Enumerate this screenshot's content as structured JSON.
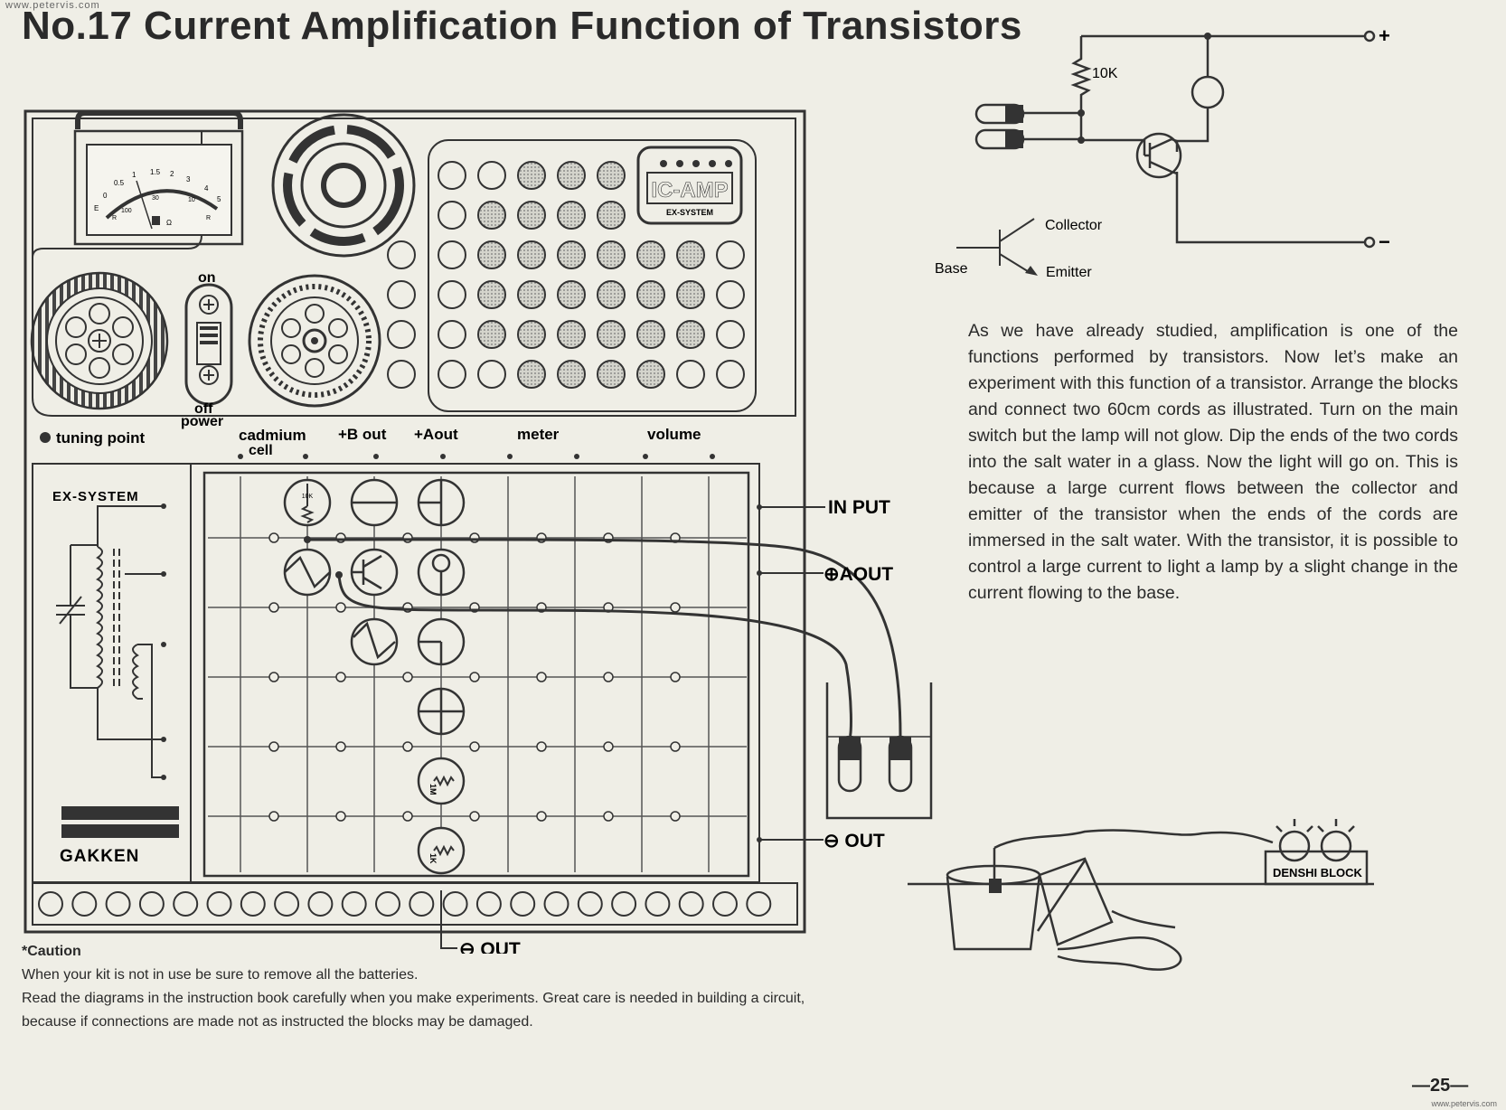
{
  "watermark": {
    "top": "www.petervis.com",
    "bottom": "www.petervis.com"
  },
  "title": "No.17 Current Amplification Function of Transistors",
  "schematic": {
    "resistor_label": "10K",
    "terminal_plus": "+",
    "terminal_minus": "−",
    "symbol_collector": "Collector",
    "symbol_base": "Base",
    "symbol_emitter": "Emitter"
  },
  "kit": {
    "meter_scale": [
      "E",
      "0",
      "0.5",
      "1",
      "1.5",
      "2",
      "3",
      "4",
      "5"
    ],
    "meter_sublabels": [
      "R",
      "100",
      "30",
      "10",
      "Ω",
      "R"
    ],
    "ic_amp_logo": "IC-AMP",
    "ic_amp_sub": "EX-SYSTEM",
    "switch_on": "on",
    "switch_off": "off",
    "switch_power": "power",
    "tuning_point": "tuning point",
    "cadmium": "cadmium",
    "cell": "cell",
    "bout": "+B out",
    "aout": "+Aout",
    "meter": "meter",
    "volume": "volume",
    "ex_system": "EX-SYSTEM",
    "gakken": "GAKKEN",
    "input_label": "IN PUT",
    "aout_label": "⊕AOUT",
    "out_label": "⊖ OUT",
    "bottom_out_label": "⊖ OUT",
    "block_10k": "10K",
    "block_1m": "1M",
    "block_1k": "1K"
  },
  "cartoon": {
    "box_label": "DENSHI BLOCK"
  },
  "body_text": "As we have already studied, amplification is one of the functions performed by transistors. Now let’s make an experiment with this function of a transistor. Arrange the blocks and connect two 60cm cords as illustrated. Turn on the main switch but the lamp will not glow. Dip the ends of the two cords into the salt water in a glass. Now the light will go on. This is because a large current flows between the collector and emitter of the transistor when the ends of the cords are immersed in the salt water. With the transistor, it is possible to control a large current to light a lamp by a slight change in the current flowing to the base.",
  "caution": {
    "heading": "*Caution",
    "line1": "When your kit is not in use be sure to remove all the batteries.",
    "line2": "Read the diagrams in the instruction book carefully when you make experiments. Great care is needed in building a circuit, because if connections are made not as instructed the blocks may be damaged."
  },
  "page_number": "—25—"
}
